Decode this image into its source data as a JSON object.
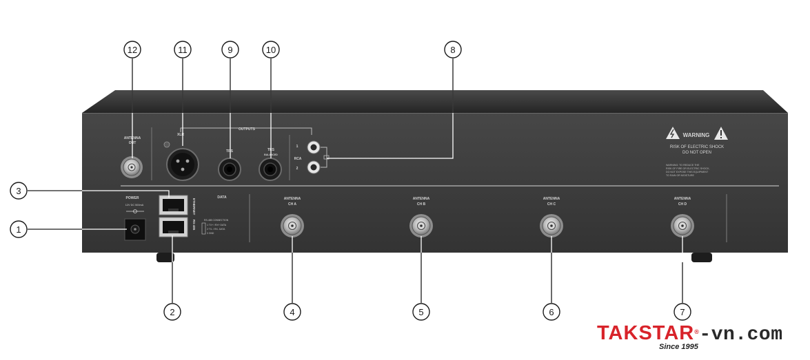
{
  "callouts": {
    "c1": "1",
    "c2": "2",
    "c3": "3",
    "c4": "4",
    "c5": "5",
    "c6": "6",
    "c7": "7",
    "c8": "8",
    "c9": "9",
    "c10": "10",
    "c11": "11",
    "c12": "12"
  },
  "panel": {
    "antenna_out_label": "ANTENNA",
    "antenna_out_sub": "OUT",
    "outputs_label": "OUTPUTS",
    "xlr_label": "XLR",
    "trs_label": "TRS",
    "trs2_label": "TRS",
    "trs2_sub": "BALANCED",
    "rca_label": "RCA",
    "rca_1": "1",
    "rca_2": "2",
    "warning_label": "WARNING",
    "warning_text1": "RISK OF ELECTRIC SHOCK",
    "warning_text2": "DO NOT OPEN",
    "warning_small1": "WARNING: TO REDUCE THE",
    "warning_small2": "RISK OF FIRE OR ELECTRIC SHOCK,",
    "warning_small3": "DO NOT EXPOSE THIS EQUIPMENT",
    "warning_small4": "TO RAIN OR MOISTURE",
    "power_label": "POWER",
    "power_sub": "12V DC 500mA",
    "data_label": "DATA",
    "ethernet_label": "ETHERNET",
    "rs485_label": "RS-485",
    "rs_box1": "RS-485 CONNECTION",
    "rs_box2": "1  TX+ / RX+ DATA",
    "rs_box3": "2  TX- / RX- DATA",
    "rs_box4": "3  GND",
    "antenna_a_label": "ANTENNA",
    "antenna_a_sub": "CH A",
    "antenna_b_label": "ANTENNA",
    "antenna_b_sub": "CH B",
    "antenna_c_label": "ANTENNA",
    "antenna_c_sub": "CH C",
    "antenna_d_label": "ANTENNA",
    "antenna_d_sub": "CH D"
  },
  "logo": {
    "brand": "TAKSTAR",
    "reg": "®",
    "domain": "-vn.com",
    "since": "Since 1995"
  },
  "colors": {
    "panel_face": "#3c3c3c",
    "panel_top": "#2b2b2b",
    "brand_red": "#d8232a"
  }
}
